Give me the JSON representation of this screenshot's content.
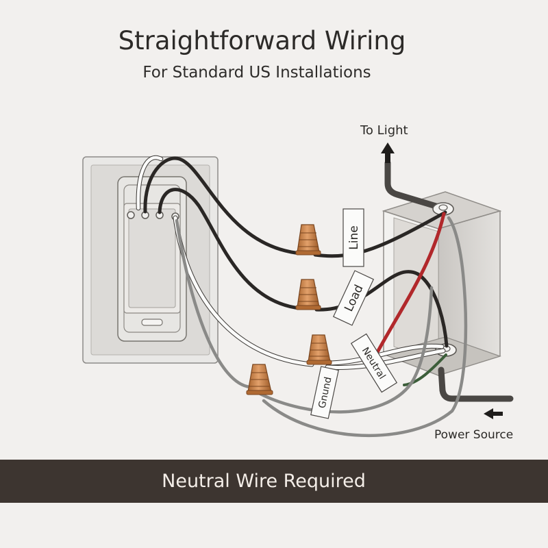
{
  "header": {
    "title": "Straightforward Wiring",
    "subtitle": "For Standard US Installations"
  },
  "labels": {
    "to_light": "To Light",
    "power_source": "Power Source",
    "line": "Line",
    "load": "Load",
    "neutral": "Neutral",
    "ground": "Gnund"
  },
  "footer": {
    "text": "Neutral Wire Required"
  },
  "colors": {
    "footer_bg": "#3d3530",
    "wire_black": "#2a2725",
    "wire_red": "#b1282b",
    "wire_gray": "#8a8a88",
    "wire_white": "#fbfbfa",
    "connector": "#cf8a52"
  }
}
